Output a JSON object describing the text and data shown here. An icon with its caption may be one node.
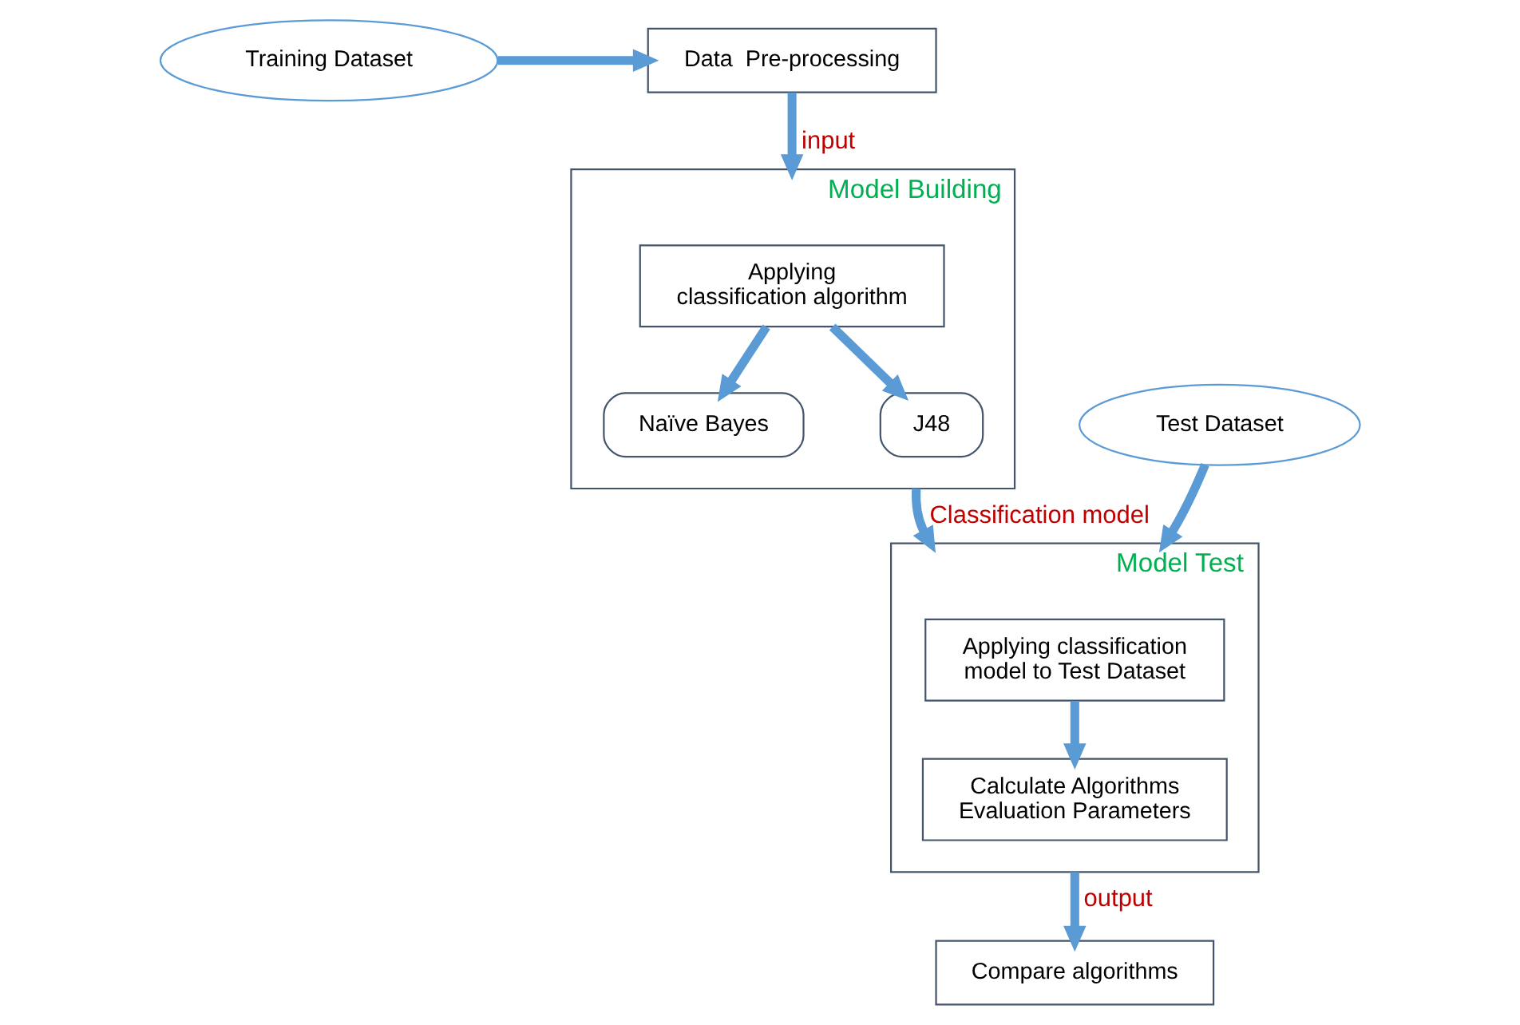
{
  "diagram": {
    "nodes": [
      {
        "text": [
          "Training Dataset"
        ]
      },
      {
        "text": [
          "Data  Pre-processing"
        ]
      },
      {
        "text": [
          "Model Building"
        ]
      },
      {
        "text": [
          "Applying classification algorithm"
        ],
        "in": 2
      },
      {
        "text": [
          "Naïve Bayes"
        ],
        "in": 2
      },
      {
        "text": [
          "J48"
        ],
        "in": 2
      },
      {
        "text": [
          "Test Dataset"
        ]
      },
      {
        "text": [
          "Model Test"
        ]
      },
      {
        "text": [
          "Applying classification model to Test Dataset"
        ],
        "in": 7
      },
      {
        "text": [
          "Calculate Algorithms Evaluation Parameters"
        ],
        "in": 7
      },
      {
        "text": [
          "Compare algorithms"
        ]
      }
    ],
    "edges": [
      {
        "from": 0,
        "to": 1,
        "arrow": "to"
      },
      {
        "from": 1,
        "to": 2,
        "arrow": "to",
        "label": "input"
      },
      {
        "from": 3,
        "to": 4,
        "arrow": "to"
      },
      {
        "from": 3,
        "to": 5,
        "arrow": "to"
      },
      {
        "from": 6,
        "to": 7,
        "arrow": "to"
      },
      {
        "from": 2,
        "to": 7,
        "arrow": "to",
        "label": "Classification model"
      },
      {
        "from": 8,
        "to": 9,
        "arrow": "to"
      },
      {
        "from": 7,
        "to": 10,
        "arrow": "to",
        "label": "output"
      }
    ]
  }
}
